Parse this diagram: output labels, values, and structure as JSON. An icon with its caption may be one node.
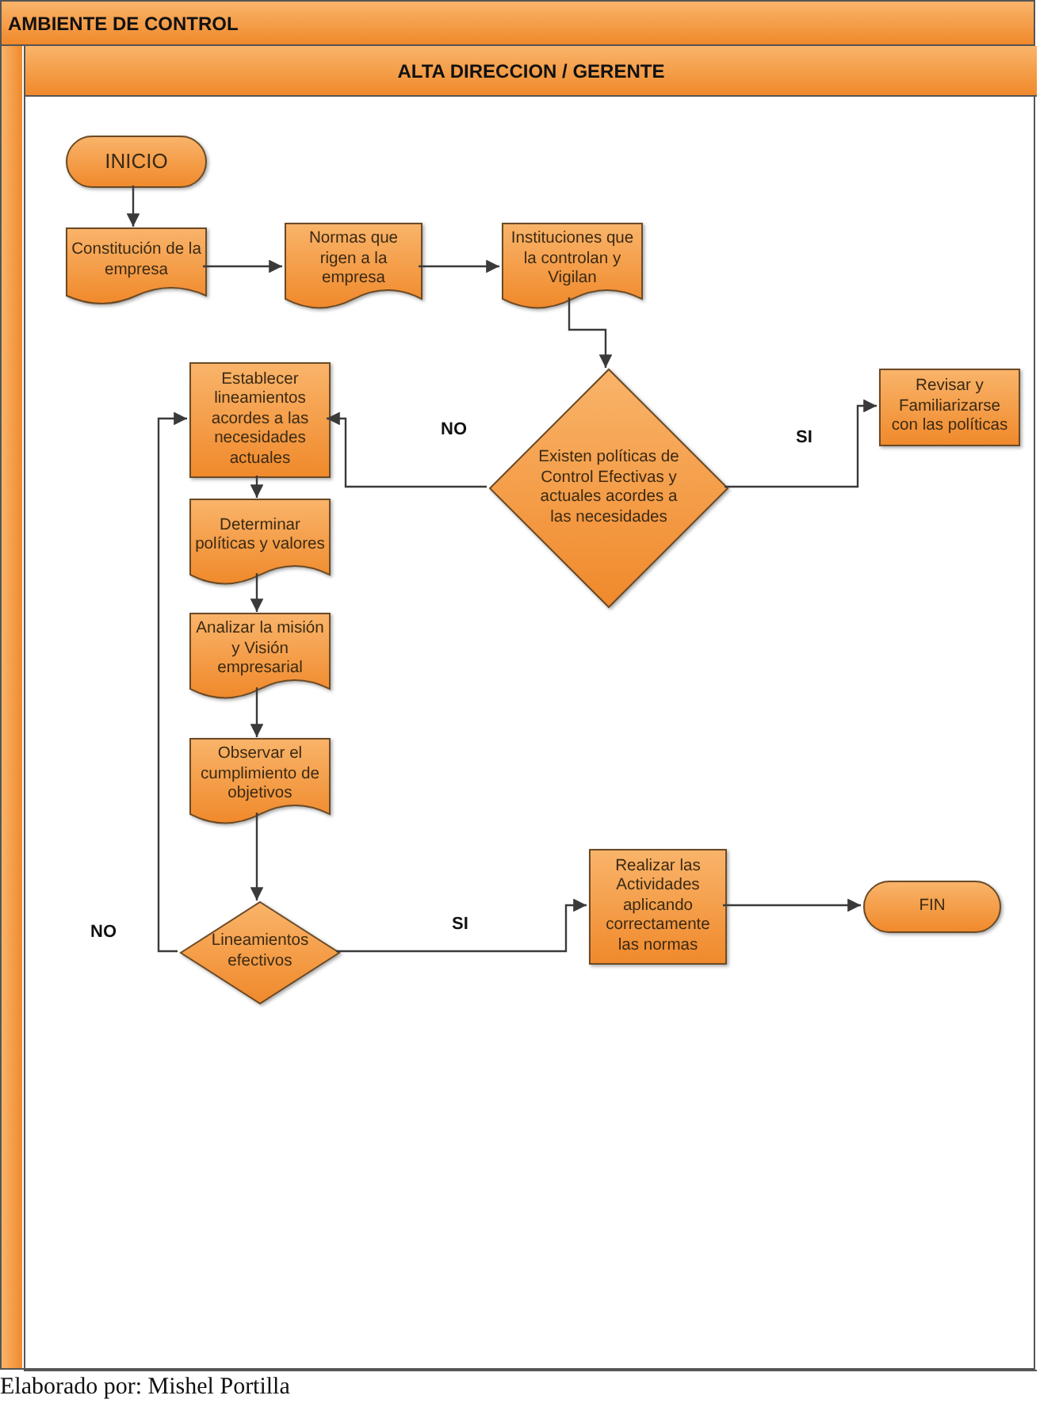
{
  "diagram": {
    "caption": "Elaborado por: Mishel Portilla",
    "nodes": [
      {
        "text": [
          "AMBIENTE DE CONTROL"
        ]
      },
      {
        "text": [
          "ALTA DIRECCION / GERENTE"
        ],
        "in": 0
      },
      {
        "text": [
          "INICIO"
        ],
        "in": 1
      },
      {
        "text": [
          "Constitución de la empresa"
        ],
        "in": 1
      },
      {
        "text": [
          "Normas que rigen a la empresa"
        ],
        "in": 1
      },
      {
        "text": [
          "Instituciones que la controlan y Vigilan"
        ],
        "in": 1
      },
      {
        "text": [
          "Establecer lineamientos acordes a las necesidades actuales"
        ],
        "in": 1
      },
      {
        "text": [
          "Existen políticas de Control Efectivas y actuales acordes a las necesidades"
        ],
        "in": 1
      },
      {
        "text": [
          "Revisar y Familiarizarse con las políticas"
        ],
        "in": 1
      },
      {
        "text": [
          "Determinar políticas y valores"
        ],
        "in": 1
      },
      {
        "text": [
          "Analizar la misión y Visión empresarial"
        ],
        "in": 1
      },
      {
        "text": [
          "Observar el cumplimiento de objetivos"
        ],
        "in": 1
      },
      {
        "text": [
          "Lineamientos efectivos"
        ],
        "in": 1
      },
      {
        "text": [
          "Realizar las Actividades aplicando correctamente las normas"
        ],
        "in": 1
      },
      {
        "text": [
          "FIN"
        ],
        "in": 1
      }
    ],
    "edges": [
      {
        "from": 2,
        "to": 3,
        "arrow": "to"
      },
      {
        "from": 3,
        "to": 4,
        "arrow": "to"
      },
      {
        "from": 4,
        "to": 5,
        "arrow": "to"
      },
      {
        "from": 5,
        "to": 7,
        "arrow": "to"
      },
      {
        "from": 7,
        "to": 6,
        "arrow": "to",
        "label": "NO"
      },
      {
        "from": 7,
        "to": 8,
        "arrow": "to",
        "label": "SI"
      },
      {
        "from": 6,
        "to": 9,
        "arrow": "to"
      },
      {
        "from": 9,
        "to": 10,
        "arrow": "to"
      },
      {
        "from": 10,
        "to": 11,
        "arrow": "to"
      },
      {
        "from": 11,
        "to": 12,
        "arrow": "to"
      },
      {
        "from": 12,
        "to": 6,
        "arrow": "to",
        "label": "NO"
      },
      {
        "from": 12,
        "to": 13,
        "arrow": "to",
        "label": "SI"
      },
      {
        "from": 13,
        "to": 14,
        "arrow": "to"
      }
    ]
  }
}
